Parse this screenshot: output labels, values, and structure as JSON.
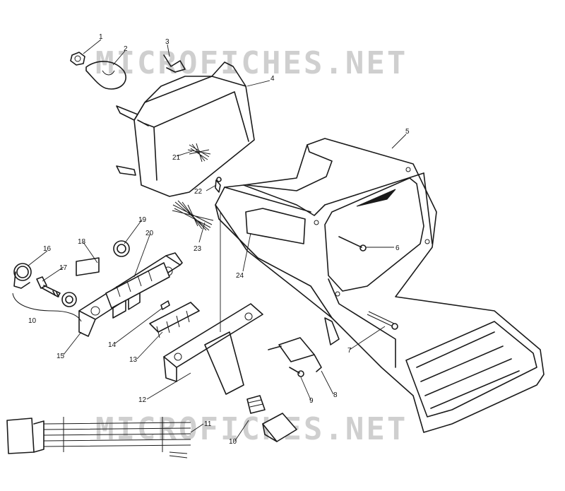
{
  "watermark_top": "MICROFICHES.NET",
  "watermark_bottom": "MICROFICHES.NET",
  "callouts": {
    "c1": "1",
    "c2": "2",
    "c3": "3",
    "c4": "4",
    "c5": "5",
    "c6": "6",
    "c7": "7",
    "c8": "8",
    "c9": "9",
    "c10a": "10",
    "c10b": "10",
    "c11": "11",
    "c12": "12",
    "c13": "13",
    "c14": "14",
    "c15": "15",
    "c16": "16",
    "c17": "17",
    "c18": "18",
    "c19": "19",
    "c20": "20",
    "c21": "21",
    "c22": "22",
    "c23": "23",
    "c24": "24"
  }
}
